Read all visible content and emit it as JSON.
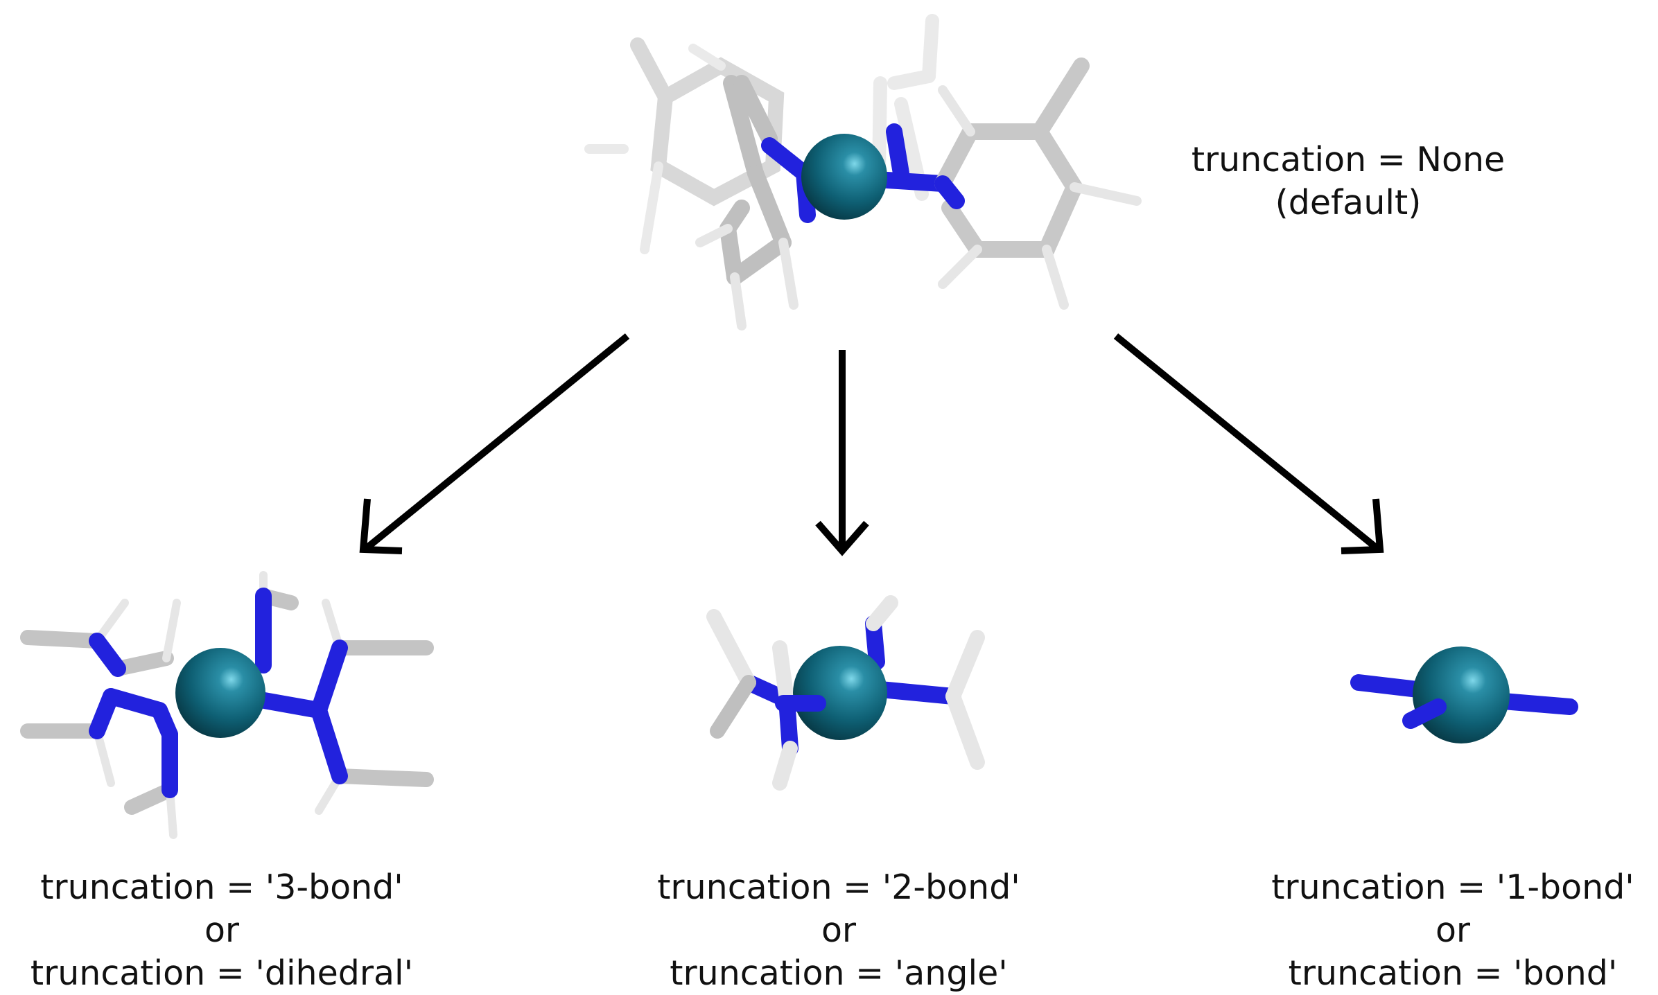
{
  "top": {
    "label_line1": "truncation = None",
    "label_line2": "(default)"
  },
  "options": [
    {
      "line1": "truncation = '3-bond'",
      "line2": "or",
      "line3": "truncation = 'dihedral'"
    },
    {
      "line1": "truncation = '2-bond'",
      "line2": "or",
      "line3": "truncation = 'angle'"
    },
    {
      "line1": "truncation = '1-bond'",
      "line2": "or",
      "line3": "truncation = 'bond'"
    }
  ],
  "colors": {
    "metal": "#0e5f73",
    "nitrogen": "#2222dd",
    "carbon": "#c4c4c4",
    "hydrogen": "#e6e6e6",
    "arrow": "#000000"
  }
}
